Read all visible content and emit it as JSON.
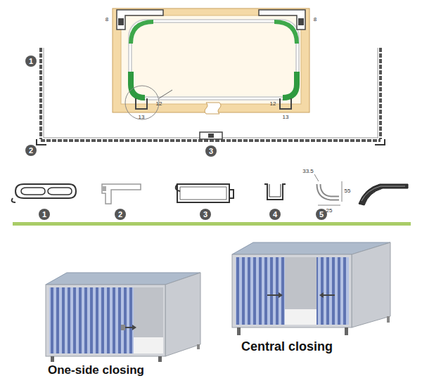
{
  "diagram": {
    "nodes": [
      {
        "text": [
          "1"
        ]
      },
      {
        "text": [
          "2"
        ]
      },
      {
        "text": [
          "3"
        ]
      },
      {
        "text": [
          "1"
        ]
      },
      {
        "text": [
          "2"
        ]
      },
      {
        "text": [
          "3"
        ]
      },
      {
        "text": [
          "4"
        ]
      },
      {
        "text": [
          "5"
        ]
      }
    ],
    "labels": [
      "8",
      "8",
      "12",
      "13",
      "12",
      "13",
      "33.5",
      "55",
      "25",
      "One-side closing",
      "Central closing"
    ]
  }
}
